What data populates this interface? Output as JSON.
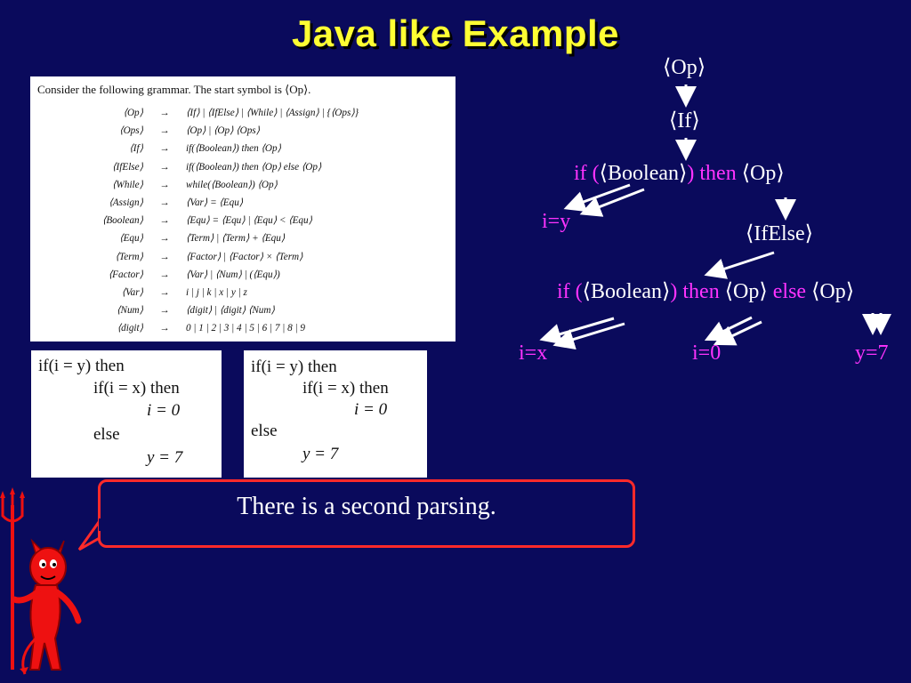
{
  "slide": {
    "title": "Java like Example",
    "callout": "There is a second parsing."
  },
  "grammar": {
    "intro": "Consider the following grammar. The start symbol is ⟨Op⟩.",
    "rules": [
      {
        "lhs": "⟨Op⟩",
        "arrow": "→",
        "rhs": "⟨If⟩ | ⟨IfElse⟩ | ⟨While⟩ | ⟨Assign⟩ | {⟨Ops⟩}"
      },
      {
        "lhs": "⟨Ops⟩",
        "arrow": "→",
        "rhs": "⟨Op⟩ | ⟨Op⟩ ⟨Ops⟩"
      },
      {
        "lhs": "⟨If⟩",
        "arrow": "→",
        "rhs": "if(⟨Boolean⟩) then ⟨Op⟩"
      },
      {
        "lhs": "⟨IfElse⟩",
        "arrow": "→",
        "rhs": "if(⟨Boolean⟩) then ⟨Op⟩ else ⟨Op⟩"
      },
      {
        "lhs": "⟨While⟩",
        "arrow": "→",
        "rhs": "while(⟨Boolean⟩) ⟨Op⟩"
      },
      {
        "lhs": "⟨Assign⟩",
        "arrow": "→",
        "rhs": "⟨Var⟩ = ⟨Equ⟩"
      },
      {
        "lhs": "⟨Boolean⟩",
        "arrow": "→",
        "rhs": "⟨Equ⟩ = ⟨Equ⟩ | ⟨Equ⟩ < ⟨Equ⟩"
      },
      {
        "lhs": "⟨Equ⟩",
        "arrow": "→",
        "rhs": "⟨Term⟩ | ⟨Term⟩ + ⟨Equ⟩"
      },
      {
        "lhs": "⟨Term⟩",
        "arrow": "→",
        "rhs": "⟨Factor⟩ | ⟨Factor⟩ × ⟨Term⟩"
      },
      {
        "lhs": "⟨Factor⟩",
        "arrow": "→",
        "rhs": "⟨Var⟩ | ⟨Num⟩ | (⟨Equ⟩)"
      },
      {
        "lhs": "⟨Var⟩",
        "arrow": "→",
        "rhs": "i | j | k | x | y | z"
      },
      {
        "lhs": "⟨Num⟩",
        "arrow": "→",
        "rhs": "⟨digit⟩ | ⟨digit⟩ ⟨Num⟩"
      },
      {
        "lhs": "⟨digit⟩",
        "arrow": "→",
        "rhs": "0 | 1 | 2 | 3 | 4 | 5 | 6 | 7 | 8 | 9"
      }
    ]
  },
  "code_boxes": [
    {
      "lines": [
        "if(i = y) then",
        "if(i = x) then",
        "i = 0",
        "else",
        "y = 7"
      ]
    },
    {
      "lines": [
        "if(i = y) then",
        "if(i = x) then",
        "i = 0",
        "else",
        "y = 7"
      ]
    }
  ],
  "tree": {
    "op_root": "⟨Op⟩",
    "if_node": "⟨If⟩",
    "row1": {
      "if_open": "if (",
      "boolean": "⟨Boolean⟩",
      "close_then": ") then",
      "op": "⟨Op⟩"
    },
    "iy": "i=y",
    "ifelse": "⟨IfElse⟩",
    "row2": {
      "if_open": "if (",
      "boolean": "⟨Boolean⟩",
      "close_then": ") then",
      "op": "⟨Op⟩",
      "else": "else",
      "op2": "⟨Op⟩"
    },
    "ix": "i=x",
    "i0": "i=0",
    "y7": "y=7"
  },
  "colors": {
    "background": "#0a0a5c",
    "title": "#ffff33",
    "keyword": "#ff33ff",
    "nonterminal": "#ffffff",
    "callout_border": "#ff2a2a",
    "devil": "#ee1111"
  },
  "icons": [
    "devil-icon"
  ]
}
